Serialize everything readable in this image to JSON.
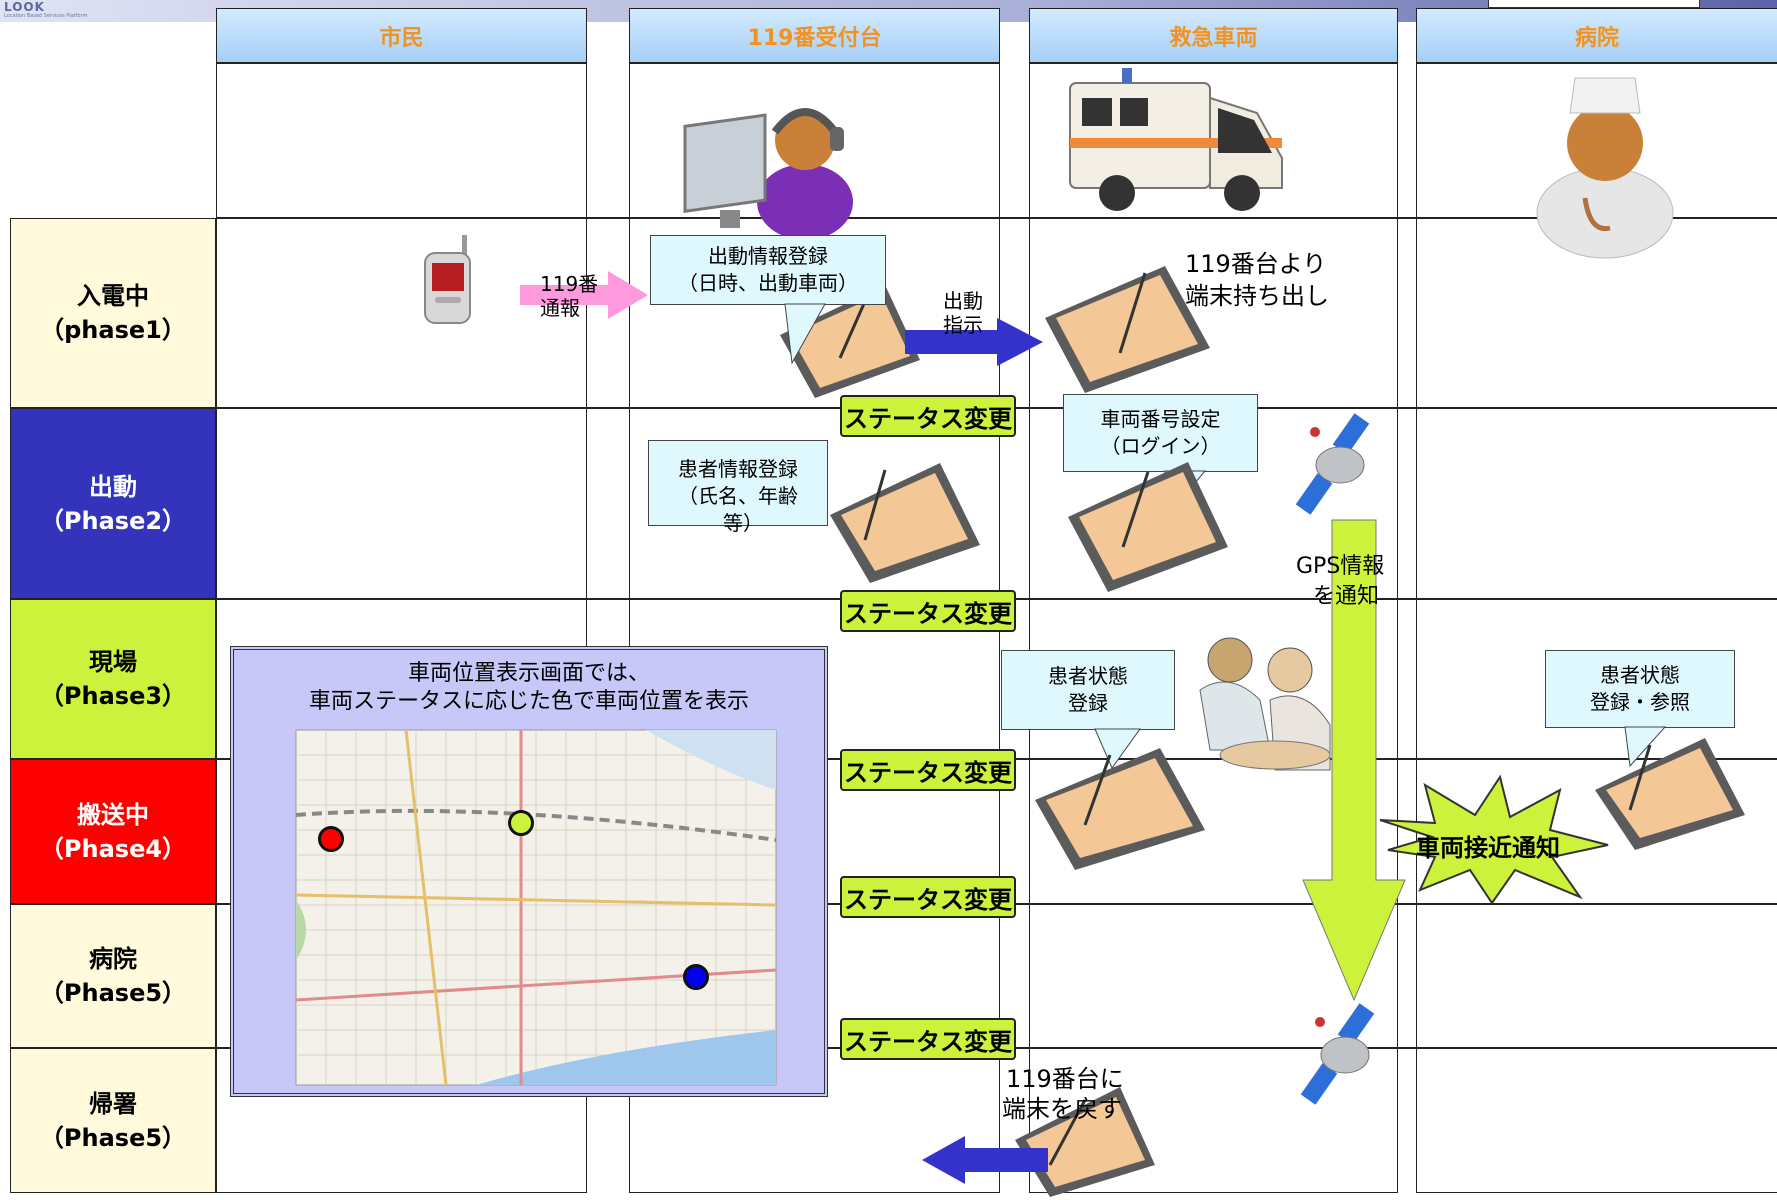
{
  "header": {
    "logo": "LOOK",
    "logo_sub": "Location Based Services Platform"
  },
  "columns": [
    "市民",
    "119番受付台",
    "救急車両",
    "病院"
  ],
  "rows": [
    {
      "name": "入電中",
      "phase": "（phase1）",
      "bg": "#fffadc",
      "color": "#000000"
    },
    {
      "name": "出動",
      "phase": "（Phase2）",
      "bg": "#3333bb",
      "color": "#ffffff"
    },
    {
      "name": "現場",
      "phase": "（Phase3）",
      "bg": "#ccf23c",
      "color": "#000000"
    },
    {
      "name": "搬送中",
      "phase": "（Phase4）",
      "bg": "#ff0000",
      "color": "#ffffff"
    },
    {
      "name": "病院",
      "phase": "（Phase5）",
      "bg": "#fffadc",
      "color": "#000000"
    },
    {
      "name": "帰署",
      "phase": "（Phase5）",
      "bg": "#fffadc",
      "color": "#000000"
    }
  ],
  "labels": {
    "call_line1": "119番",
    "call_line2": "通報",
    "dispatch_line1": "出動",
    "dispatch_line2": "指示",
    "take_terminal_line1": "119番台より",
    "take_terminal_line2": "端末持ち出し",
    "gps_line1": "GPS情報",
    "gps_line2": "を通知",
    "return_line1": "119番台に",
    "return_line2": "端末を戻す",
    "approach_notice": "車両接近通知"
  },
  "callouts": {
    "dispatch_reg_line1": "出動情報登録",
    "dispatch_reg_line2": "（日時、出動車両）",
    "vehicle_no_line1": "車両番号設定",
    "vehicle_no_line2": "（ログイン）",
    "patient_info_line1": "患者情報登録",
    "patient_info_line2": "（氏名、年齢",
    "patient_info_line3": "等）",
    "patient_state_line1": "患者状態",
    "patient_state_line2": "登録",
    "hospital_state_line1": "患者状態",
    "hospital_state_line2": "登録・参照"
  },
  "status_label": "ステータス変更",
  "map": {
    "caption_line1": "車両位置表示画面では、",
    "caption_line2": "車両ステータスに応じた色で車両位置を表示",
    "markers": [
      {
        "status": "搬送中",
        "color": "#ff0000"
      },
      {
        "status": "現場",
        "color": "#ccf23c"
      },
      {
        "status": "病院",
        "color": "#0000ee"
      }
    ]
  },
  "colors": {
    "call_arrow": "#ff99dd",
    "dispatch_arrow": "#3333cc",
    "gps_arrow": "#ccf23c",
    "status_box": "#ccf23c",
    "callout_bg": "#dff8fd",
    "header_text": "#f29320"
  }
}
